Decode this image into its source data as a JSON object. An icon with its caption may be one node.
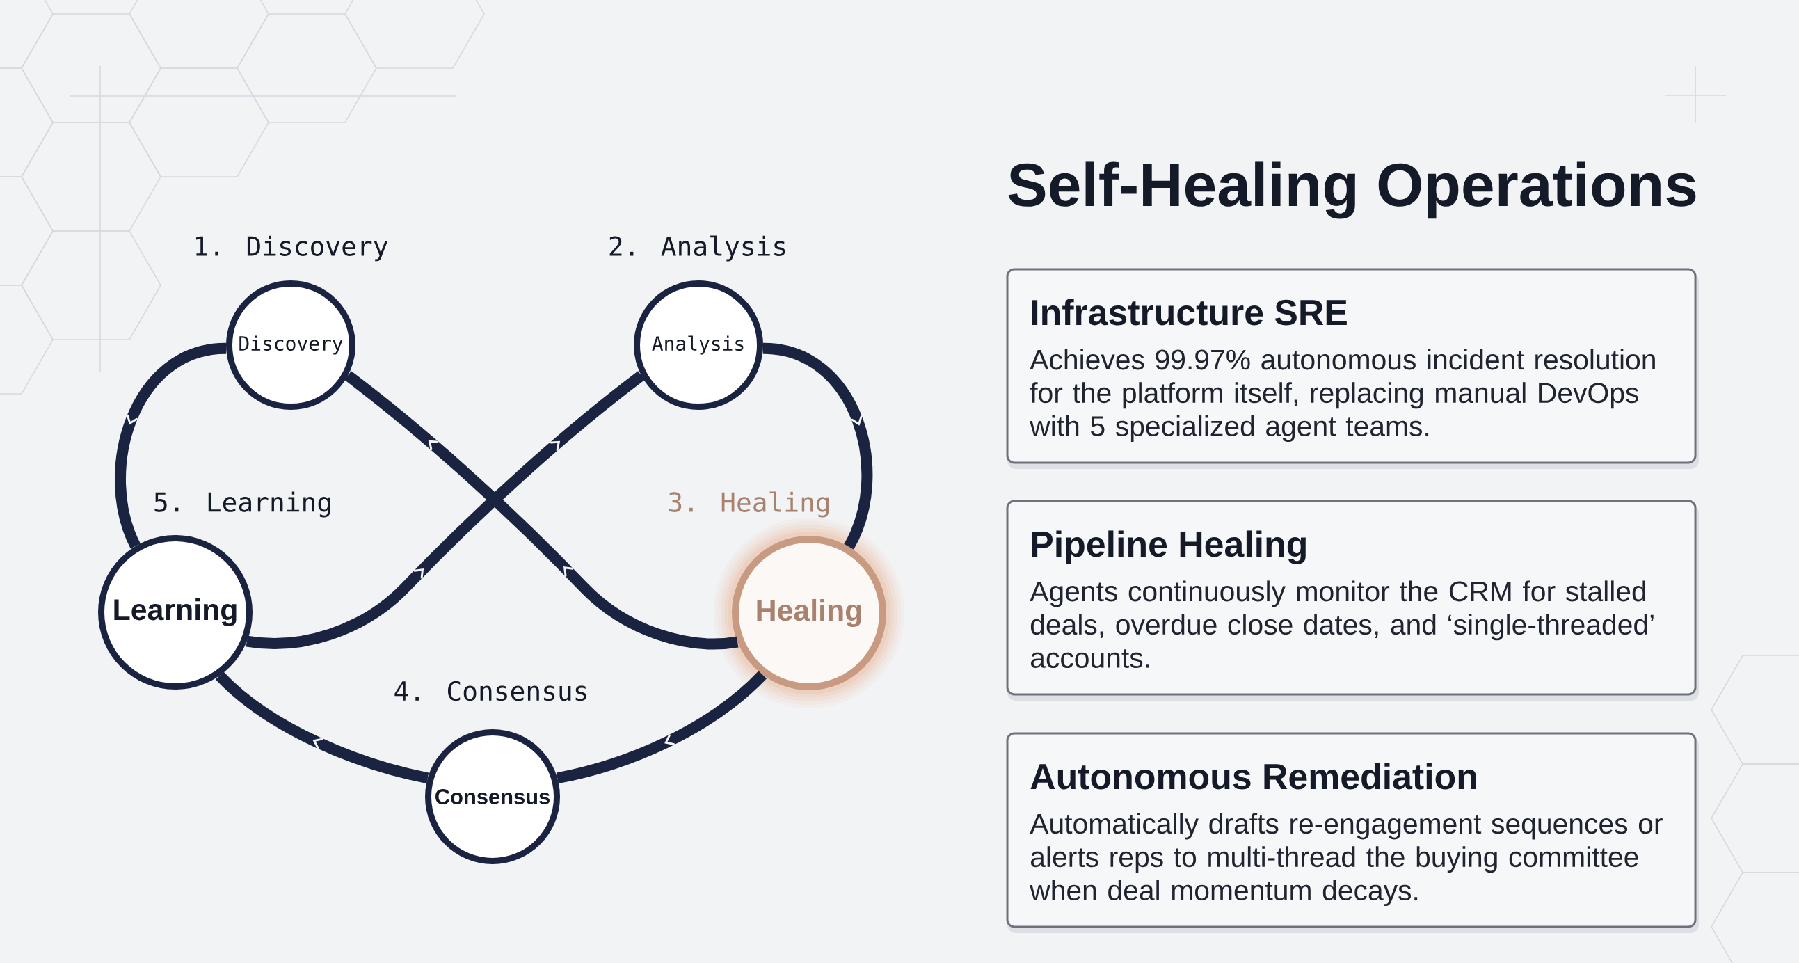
{
  "diagram": {
    "title": "Self-Healing Operations",
    "nodes": [
      {
        "text": [
          "Discovery"
        ],
        "beside": [
          "1. Discovery"
        ]
      },
      {
        "text": [
          "Analysis"
        ],
        "beside": [
          "2. Analysis"
        ]
      },
      {
        "text": [
          "Healing"
        ],
        "beside": [
          "3. Healing"
        ]
      },
      {
        "text": [
          "Consensus"
        ],
        "beside": [
          "4. Consensus"
        ]
      },
      {
        "text": [
          "Learning"
        ],
        "beside": [
          "5. Learning"
        ]
      },
      {
        "text": [
          "Infrastructure SRE",
          "Achieves 99.97% autonomous incident resolution for the platform itself, replacing manual DevOps with 5 specialized agent teams."
        ]
      },
      {
        "text": [
          "Pipeline Healing",
          "Agents continuously monitor the CRM for stalled deals, overdue close dates, and ‘single-threaded’ accounts."
        ]
      },
      {
        "text": [
          "Autonomous Remediation",
          "Automatically drafts re-engagement sequences or alerts reps to multi-thread the buying committee when deal momentum decays."
        ]
      }
    ],
    "edges": [
      {
        "from": 0,
        "to": 4,
        "arrow": "to"
      },
      {
        "from": 4,
        "to": 1,
        "arrow": "to"
      },
      {
        "from": 1,
        "to": 2,
        "arrow": "to"
      },
      {
        "from": 2,
        "to": 0,
        "arrow": "to"
      },
      {
        "from": 2,
        "to": 3,
        "arrow": "to"
      },
      {
        "from": 3,
        "to": 4,
        "arrow": "to"
      }
    ]
  }
}
